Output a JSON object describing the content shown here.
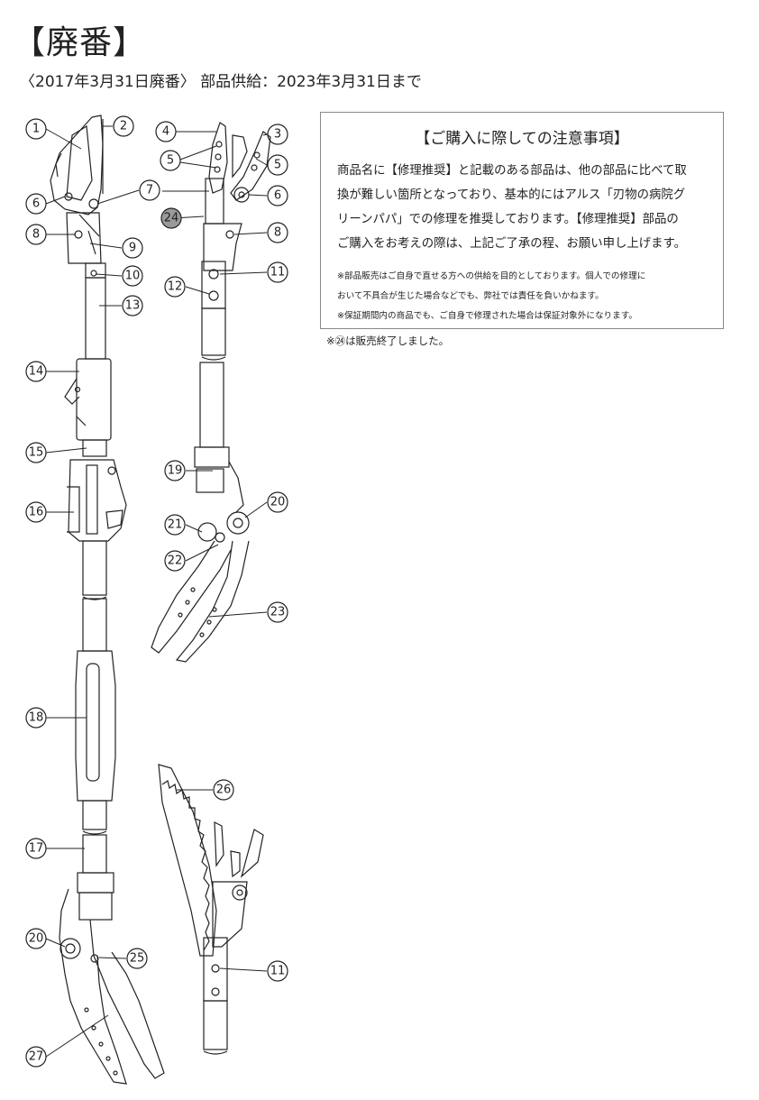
{
  "header": {
    "title": "【廃番】",
    "subtitle": "〈2017年3月31日廃番〉 部品供給：2023年3月31日まで"
  },
  "notice": {
    "heading": "【ご購入に際しての注意事項】",
    "lines": [
      "商品名に【修理推奨】と記載のある部品は、他の部品に比べて取",
      "換が難しい箇所となっており、基本的にはアルス「刃物の病院グ",
      "リーンパパ」での修理を推奨しております。【修理推奨】部品の",
      "ご購入をお考えの際は、上記ご了承の程、お願い申し上げます。"
    ],
    "small_lines": [
      "※部品販売はご自身で直せる方への供給を目的としております。個人での修理に",
      "おいて不具合が生じた場合などでも、弊社では責任を負いかねます。",
      "※保証期間内の商品でも、ご自身で修理された場合は保証対象外になります。"
    ]
  },
  "discontinued_note": "※㉔は販売終了しました。",
  "callouts": {
    "c1": "1",
    "c2": "2",
    "c3": "3",
    "c4": "4",
    "c5a": "5",
    "c5b": "5",
    "c6a": "6",
    "c6b": "6",
    "c7": "7",
    "c8a": "8",
    "c8b": "8",
    "c9": "9",
    "c10": "10",
    "c11a": "11",
    "c11b": "11",
    "c12": "12",
    "c13": "13",
    "c14": "14",
    "c15": "15",
    "c16": "16",
    "c17": "17",
    "c18": "18",
    "c19": "19",
    "c20a": "20",
    "c20b": "20",
    "c21": "21",
    "c22": "22",
    "c23": "23",
    "c24": "24",
    "c25": "25",
    "c26": "26",
    "c27": "27"
  },
  "colors": {
    "line": "#222222",
    "callout_24_fill": "#9a9a9a"
  }
}
